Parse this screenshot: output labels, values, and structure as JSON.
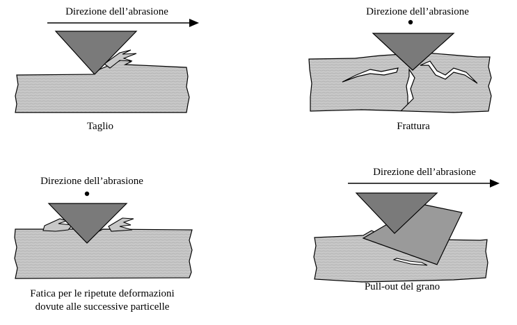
{
  "panels": {
    "cutting": {
      "direction_label": "Direzione dell’abrasione",
      "caption": "Taglio"
    },
    "fracture": {
      "direction_label": "Direzione dell’abrasione",
      "caption": "Frattura"
    },
    "fatigue": {
      "direction_label": "Direzione dell’abrasione",
      "caption_line1": "Fatica per le ripetute deformazioni",
      "caption_line2": "dovute alle successive particelle"
    },
    "pullout": {
      "direction_label": "Direzione dell’abrasione",
      "caption": "Pull-out del grano"
    }
  },
  "colors": {
    "surface": "#c8c8c8",
    "abrasive": "#7a7a7a",
    "grain": "#9a9a9a",
    "outline": "#000000"
  }
}
